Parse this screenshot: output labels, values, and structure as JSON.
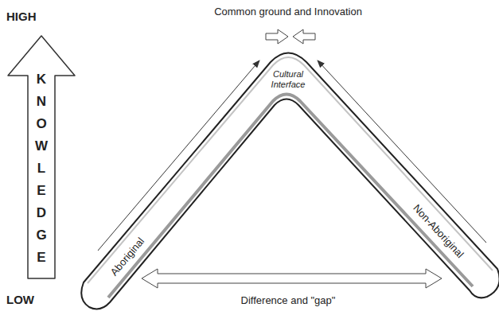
{
  "diagram": {
    "nodes": [
      {
        "text": [
          "KNOWLEDGE"
        ]
      },
      {
        "text": [
          "Cultural Interface",
          "Aboriginal",
          "Non-Aboriginal"
        ]
      }
    ],
    "labels": [
      "HIGH",
      "LOW",
      "Common ground and Innovation",
      "Difference and \"gap\""
    ]
  }
}
